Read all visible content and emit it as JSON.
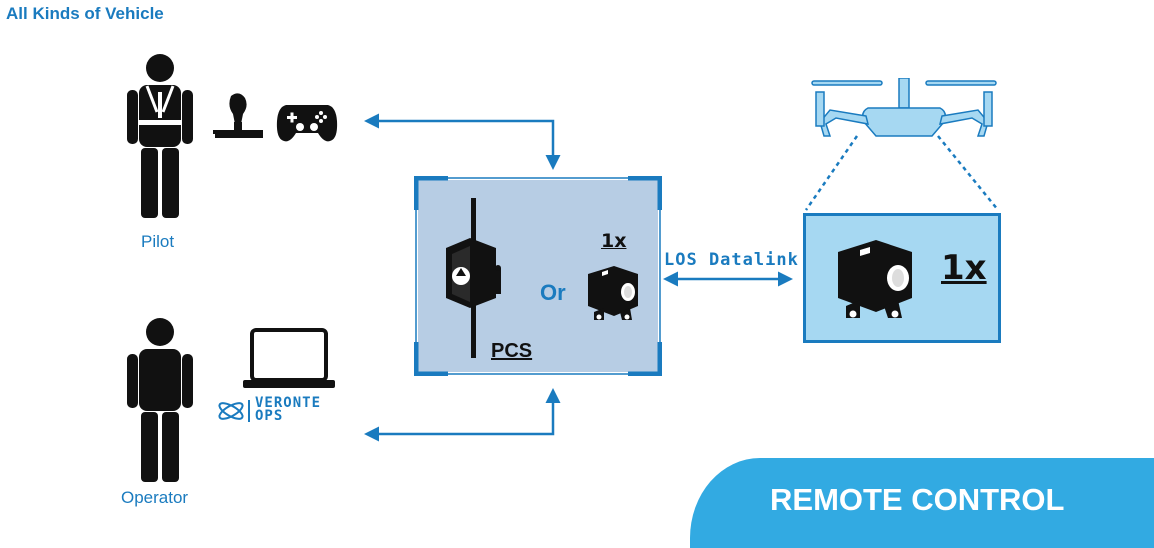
{
  "header": {
    "title": "All Kinds of Vehicle"
  },
  "pilot": {
    "label": "Pilot"
  },
  "operator": {
    "label": "Operator"
  },
  "software": {
    "logo_line1": "VERONTE",
    "logo_line2": "OPS"
  },
  "pcs_box": {
    "or_label": "Or",
    "qty_label": "1x",
    "pcs_label": "PCS"
  },
  "link": {
    "label": "LOS Datalink"
  },
  "aircraft_box": {
    "qty_label": "1x"
  },
  "banner": {
    "label": "REMOTE CONTROL"
  },
  "colors": {
    "accent_blue": "#1a7bbf",
    "pcs_box_fill": "#b7cde4",
    "aircraft_box_fill": "#a6d8f2",
    "drone_fill": "#a6d8f2",
    "banner_fill": "#32aae2"
  },
  "icons": [
    "pilot-person-icon",
    "joystick-icon",
    "gamepad-icon",
    "operator-person-icon",
    "laptop-icon",
    "veronte-logo-icon",
    "pcs-device-icon",
    "autopilot-module-icon",
    "drone-icon"
  ]
}
